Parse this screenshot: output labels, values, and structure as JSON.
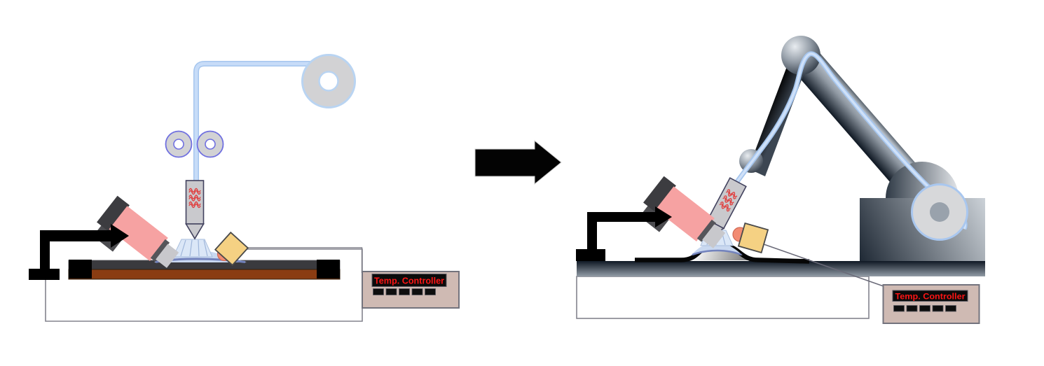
{
  "scene": {
    "type": "process-diagram",
    "background": "#ffffff",
    "arrow": {
      "name": "transformation-arrow",
      "direction": "right",
      "color": "#000000"
    }
  },
  "left_setup": {
    "name": "gantry-filament-deposition-setup",
    "components": [
      "filament-spool",
      "filament-tube",
      "feed-rollers",
      "heated-extruder",
      "nozzle",
      "printed-deposit",
      "inspection-camera",
      "camera-stand",
      "thermocouple-sensor",
      "heated-bed",
      "machine-frame",
      "temp-controller"
    ],
    "temp_controller": {
      "label": "Temp. Controller",
      "button_count": 5
    }
  },
  "right_setup": {
    "name": "robot-arm-deposition-setup",
    "components": [
      "robot-arm",
      "robot-base",
      "filament-spool",
      "filament-tube",
      "heated-extruder",
      "nozzle",
      "printed-deposit",
      "curved-substrate",
      "inspection-camera",
      "camera-stand",
      "thermocouple-sensor",
      "sensor-wire",
      "worktable",
      "machine-frame",
      "temp-controller"
    ],
    "temp_controller": {
      "label": "Temp. Controller",
      "button_count": 5
    }
  },
  "colors": {
    "filament_blue": "#c7dcf8",
    "spool_gray": "#d2d2d4",
    "roller_outline_purple": "#7070e0",
    "extruder_gray": "#c9c9cd",
    "heater_coil_red": "#e04040",
    "deposit_blue": "#dbe7f7",
    "camera_pink": "#f6a2a2",
    "sensor_yellow": "#f5d183",
    "sensor_salmon": "#f28b72",
    "bed_surface_dark": "#3a3a3e",
    "bed_heater_brown": "#8a3c12",
    "robot_arm_dark": "#1b2530",
    "controller_beige": "#cfbab3",
    "controller_text_red": "#ff1515"
  }
}
